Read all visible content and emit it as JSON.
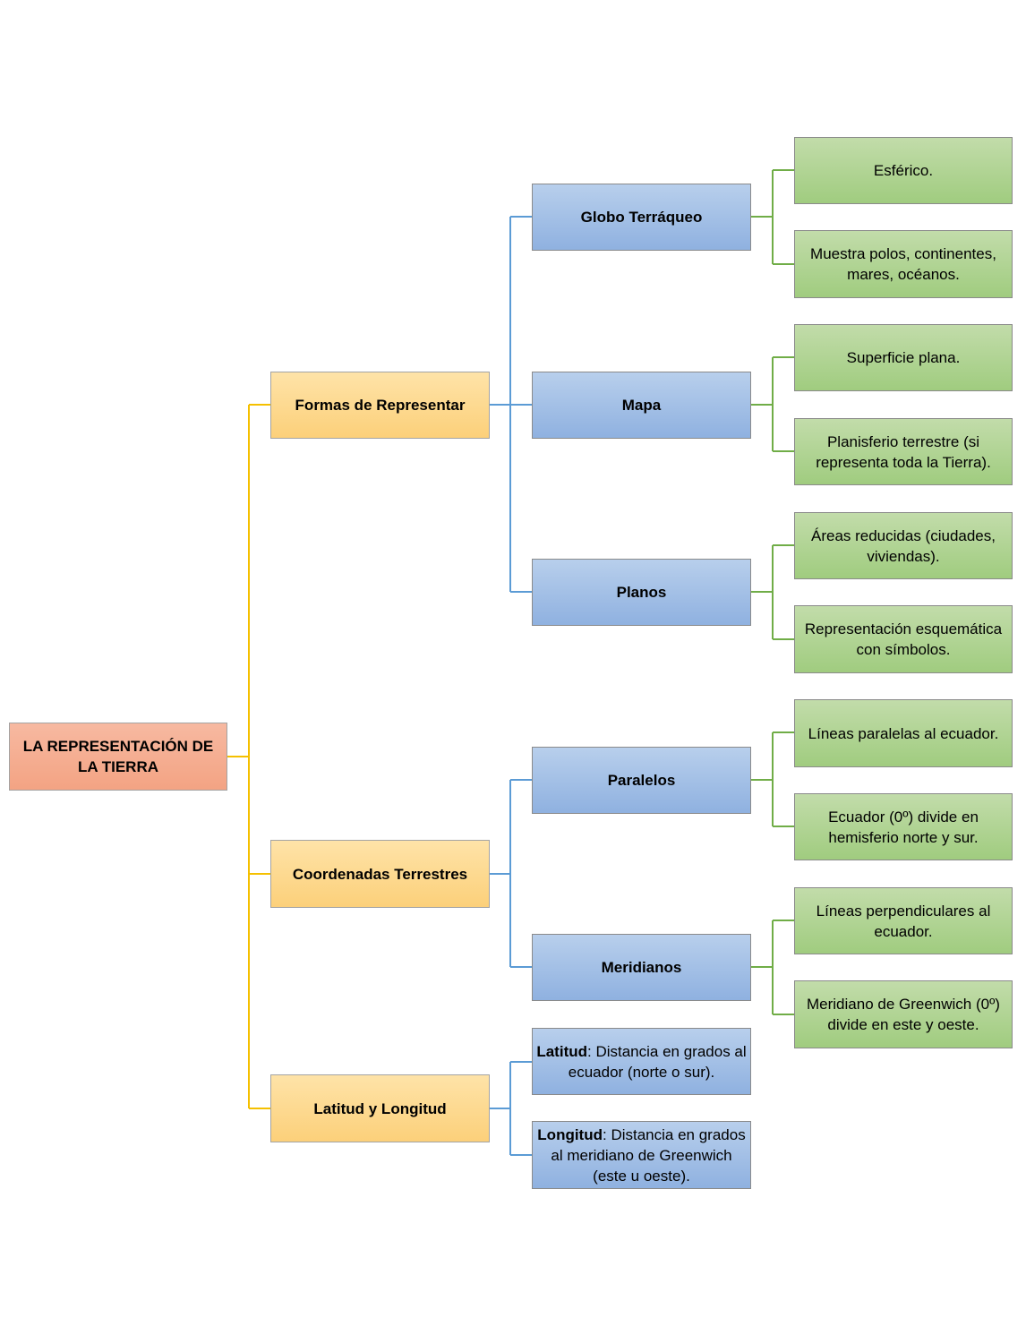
{
  "root": {
    "label": "LA REPRESENTACIÓN DE LA TIERRA"
  },
  "formas": {
    "label": "Formas de Representar",
    "globo": {
      "label": "Globo Terráqueo",
      "items": [
        "Esférico.",
        "Muestra polos, continentes, mares, océanos."
      ]
    },
    "mapa": {
      "label": "Mapa",
      "items": [
        "Superficie plana.",
        "Planisferio terrestre (si representa toda la Tierra)."
      ]
    },
    "planos": {
      "label": "Planos",
      "items": [
        "Áreas reducidas (ciudades, viviendas).",
        "Representación esquemática con símbolos."
      ]
    }
  },
  "coordenadas": {
    "label": "Coordenadas Terrestres",
    "paralelos": {
      "label": "Paralelos",
      "items": [
        "Líneas paralelas al ecuador.",
        "Ecuador (0º) divide en hemisferio norte y sur."
      ]
    },
    "meridianos": {
      "label": "Meridianos",
      "items": [
        "Líneas perpendiculares al ecuador.",
        "Meridiano de Greenwich (0º) divide en este y oeste."
      ]
    }
  },
  "latlong": {
    "label": "Latitud y Longitud",
    "latitud": {
      "term": "Latitud",
      "text": ": Distancia en grados al ecuador (norte o sur)."
    },
    "longitud": {
      "term": "Longitud",
      "text": ": Distancia en grados al meridiano de Greenwich (este u oeste)."
    }
  },
  "colors": {
    "root_fill": "#f4a688",
    "level1_fill": "#fdd486",
    "level2_fill": "#9bbae3",
    "level3_fill": "#a9d18e",
    "connector_level1": "#f5c000",
    "connector_level2": "#5b9bd5",
    "connector_level3": "#70ad47"
  }
}
